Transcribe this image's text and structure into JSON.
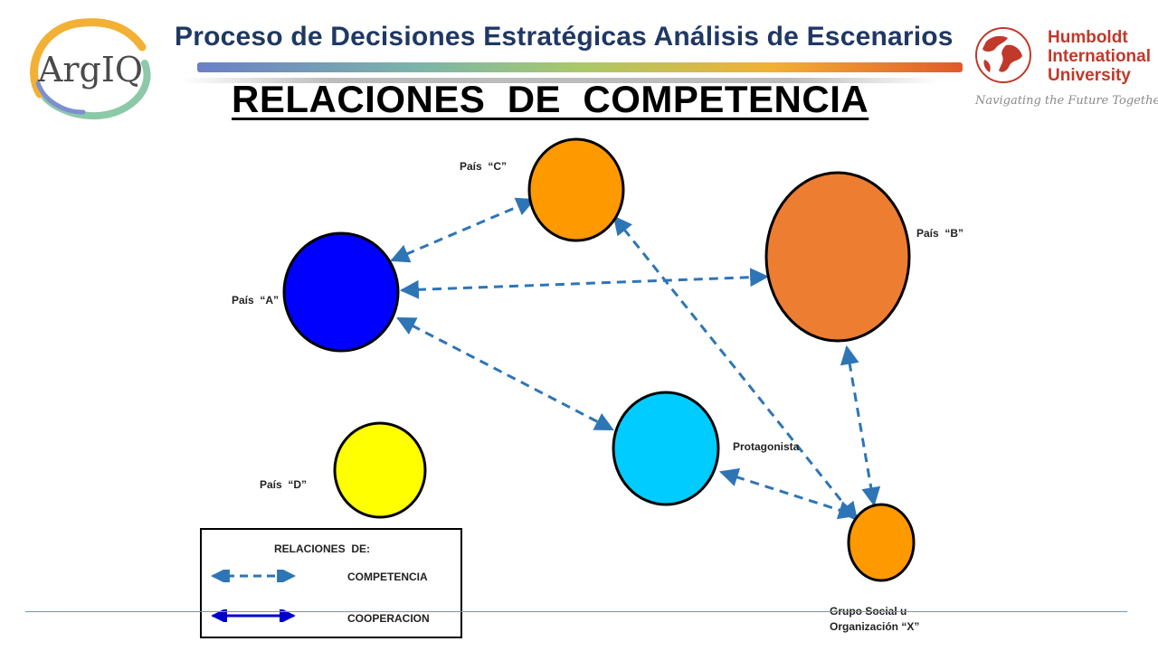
{
  "header": {
    "title": "Proceso de Decisiones Estratégicas Análisis de Escenarios",
    "subtitle": "RELACIONES  DE  COMPETENCIA"
  },
  "logos": {
    "argiq_text": "ArgIQ",
    "university_lines": [
      "Humboldt",
      "International",
      "University"
    ],
    "university_tagline": "Navigating the Future Together"
  },
  "nodes": [
    {
      "id": "pais-c",
      "label": "País  “C”",
      "color": "#ff9900"
    },
    {
      "id": "pais-b",
      "label": "País  “B”",
      "color": "#ed7d31"
    },
    {
      "id": "pais-a",
      "label": "País  “A”",
      "color": "#0000ff"
    },
    {
      "id": "protagonista",
      "label": "Protagonista",
      "color": "#00ccff"
    },
    {
      "id": "pais-d",
      "label": "País  “D”",
      "color": "#ffff00"
    },
    {
      "id": "grupo-x",
      "label_lines": [
        "Grupo Social u",
        "Organización “X”"
      ],
      "color": "#ff9900"
    }
  ],
  "edges": [
    {
      "from": "pais-a",
      "to": "pais-c",
      "type": "competencia"
    },
    {
      "from": "pais-a",
      "to": "pais-b",
      "type": "competencia"
    },
    {
      "from": "pais-a",
      "to": "protagonista",
      "type": "competencia"
    },
    {
      "from": "pais-c",
      "to": "grupo-x",
      "type": "competencia"
    },
    {
      "from": "pais-b",
      "to": "grupo-x",
      "type": "competencia"
    },
    {
      "from": "protagonista",
      "to": "grupo-x",
      "type": "competencia"
    }
  ],
  "legend": {
    "title": "RELACIONES  DE:",
    "items": [
      {
        "label": "COMPETENCIA",
        "style": "dashed",
        "color": "#2e75b6"
      },
      {
        "label": "COOPERACION",
        "style": "solid",
        "color": "#0000cc"
      }
    ]
  }
}
